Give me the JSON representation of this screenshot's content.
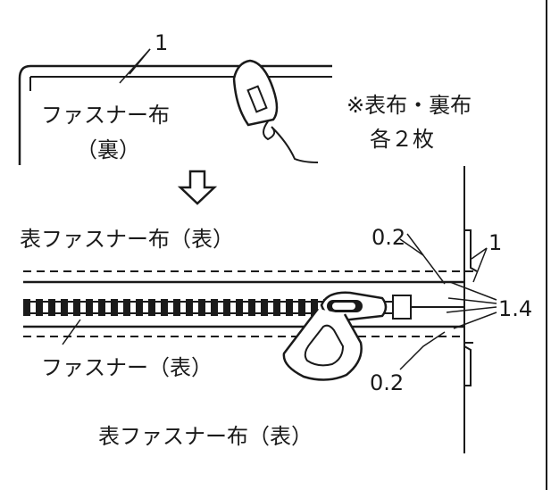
{
  "top_section": {
    "label_1": "1",
    "fabric_label": "ファスナー布",
    "back_label": "（裏）",
    "note_line1": "※表布・裏布",
    "note_line2": "各２枚"
  },
  "bottom_section": {
    "top_fabric_label": "表ファスナー布（表）",
    "zipper_label": "ファスナー（表）",
    "bottom_fabric_label": "表ファスナー布（表）",
    "dim_upper": "0.2",
    "dim_lower": "0.2",
    "dim_right_1": "1",
    "dim_right_14": "1.4"
  },
  "colors": {
    "line": "#1a1a1a",
    "background": "#ffffff"
  },
  "icons": [
    "iron-icon",
    "down-arrow-icon",
    "zipper-pull-icon"
  ]
}
